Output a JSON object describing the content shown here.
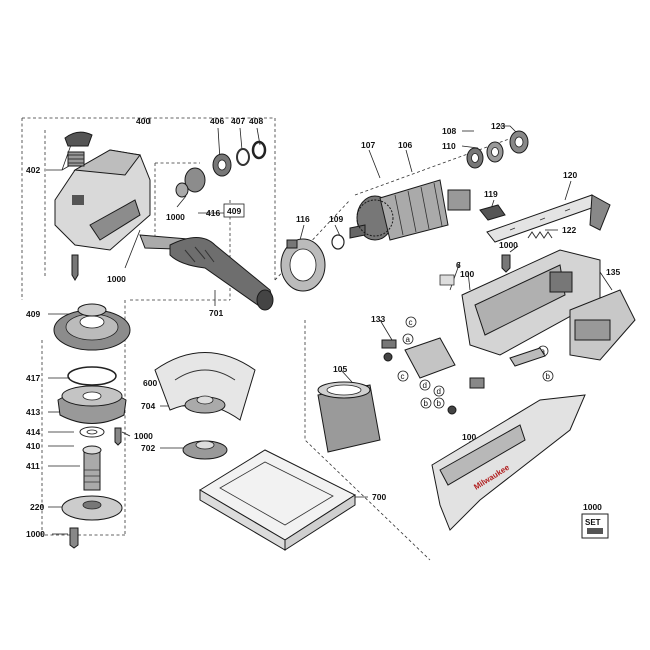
{
  "labels": {
    "l400": "400",
    "l406": "406",
    "l407": "407",
    "l408": "408",
    "l402": "402",
    "l1000a": "1000",
    "l416": "416",
    "l409box": "409",
    "l1000b": "1000",
    "l701": "701",
    "l409": "409",
    "l417": "417",
    "l413": "413",
    "l414": "414",
    "l410": "410",
    "l411": "411",
    "l220": "220",
    "l1000c": "1000",
    "l1000d": "1000",
    "l600": "600",
    "l704": "704",
    "l702": "702",
    "l700": "700",
    "l107": "107",
    "l106": "106",
    "l108": "108",
    "l123": "123",
    "l110": "110",
    "l116": "116",
    "l109": "109",
    "l119": "119",
    "l120": "120",
    "l122": "122",
    "l1000e": "1000",
    "l6": "6",
    "l100a": "100",
    "l135": "135",
    "l133": "133",
    "l105": "105",
    "l100b": "100",
    "l1000f": "1000"
  },
  "bubbles": {
    "c1": "c",
    "a1": "a",
    "c2": "c",
    "d1": "d",
    "d2": "d",
    "b1": "b",
    "b2": "b",
    "a2": "a",
    "b3": "b"
  },
  "brand": "Milwaukee",
  "set_badge": "SET"
}
